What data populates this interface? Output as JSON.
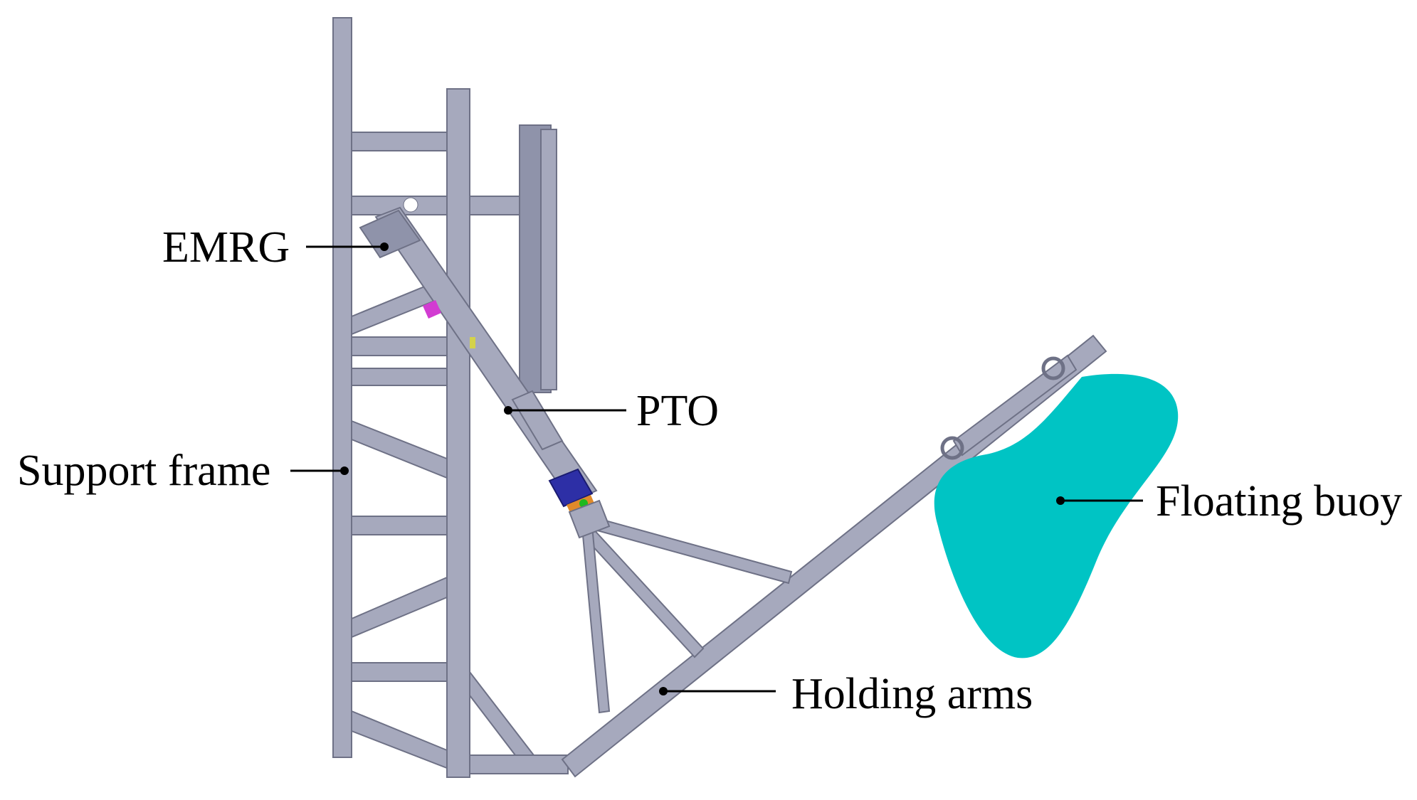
{
  "labels": {
    "emrg": "EMRG",
    "pto": "PTO",
    "support_frame": "Support frame",
    "floating_buoy": "Floating buoy",
    "holding_arms": "Holding arms"
  },
  "colors": {
    "frame": "#a6a9bd",
    "frame_edge": "#6e7186",
    "buoy": "#00c4c4",
    "coupling": "#2d2fa6",
    "bracket": "#e08a2a",
    "pin": "#1fb81f",
    "marker": "#d23cd2",
    "text": "#000000"
  },
  "icons": {
    "buoy": "cyan-blob",
    "attachment_rings": "ring-shackles"
  }
}
